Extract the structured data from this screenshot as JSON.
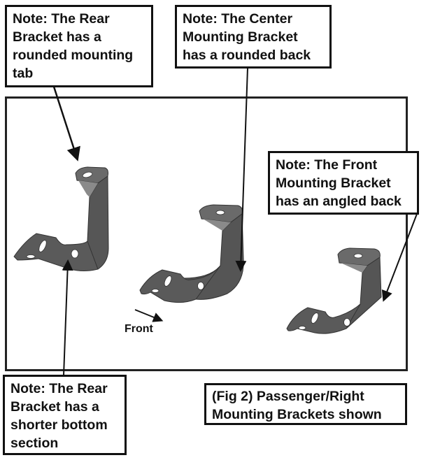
{
  "figure": {
    "caption": {
      "lines": [
        "(Fig 2) Passenger/Right",
        "Mounting Brackets shown"
      ]
    },
    "notes": {
      "rear_tab": {
        "lines": [
          "Note: The Rear",
          "Bracket has a",
          "rounded mounting",
          "tab"
        ]
      },
      "center_back": {
        "lines": [
          "Note: The Center",
          "Mounting Bracket",
          "has a rounded back"
        ]
      },
      "front_back": {
        "lines": [
          "Note: The Front",
          "Mounting Bracket",
          "has an angled back"
        ]
      },
      "rear_bottom": {
        "lines": [
          "Note: The Rear",
          "Bracket has a",
          "shorter bottom",
          "section"
        ]
      }
    },
    "direction_label": "Front",
    "brackets": [
      {
        "name": "Rear Bracket",
        "back": "rounded tab",
        "bottom": "shorter"
      },
      {
        "name": "Center Mounting Bracket",
        "back": "rounded"
      },
      {
        "name": "Front Mounting Bracket",
        "back": "angled"
      }
    ],
    "colors": {
      "bracket_fill": "#5f5f5f",
      "bracket_dark": "#3e3e3e",
      "bracket_light": "#8a8a8a",
      "line": "#111111"
    }
  }
}
